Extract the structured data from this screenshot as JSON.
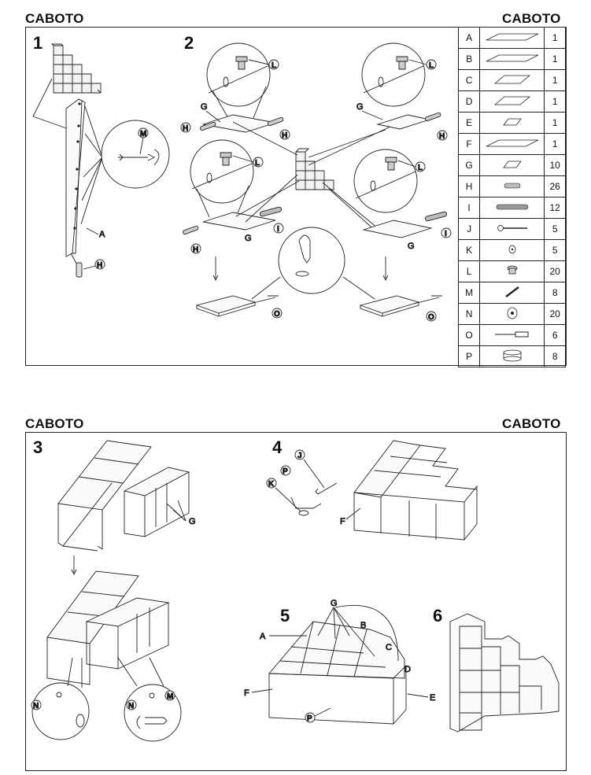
{
  "sheet1": {
    "title_left": "CABOTO",
    "title_right": "CABOTO"
  },
  "sheet2": {
    "title_left": "CABOTO",
    "title_right": "CABOTO"
  },
  "steps": [
    "1",
    "2",
    "3",
    "4",
    "5",
    "6"
  ],
  "parts": [
    {
      "letter": "A",
      "qty": "1",
      "icon": "long-panel-icon"
    },
    {
      "letter": "B",
      "qty": "1",
      "icon": "long-panel-icon"
    },
    {
      "letter": "C",
      "qty": "1",
      "icon": "panel-icon"
    },
    {
      "letter": "D",
      "qty": "1",
      "icon": "panel-icon"
    },
    {
      "letter": "E",
      "qty": "1",
      "icon": "small-panel-icon"
    },
    {
      "letter": "F",
      "qty": "1",
      "icon": "long-panel-icon"
    },
    {
      "letter": "G",
      "qty": "10",
      "icon": "small-panel-icon"
    },
    {
      "letter": "H",
      "qty": "26",
      "icon": "dowel-icon"
    },
    {
      "letter": "I",
      "qty": "12",
      "icon": "long-dowel-icon"
    },
    {
      "letter": "J",
      "qty": "5",
      "icon": "screw-icon"
    },
    {
      "letter": "K",
      "qty": "5",
      "icon": "cap-icon"
    },
    {
      "letter": "L",
      "qty": "20",
      "icon": "cam-lock-icon"
    },
    {
      "letter": "M",
      "qty": "8",
      "icon": "bolt-icon"
    },
    {
      "letter": "N",
      "qty": "20",
      "icon": "cover-icon"
    },
    {
      "letter": "O",
      "qty": "6",
      "icon": "pin-icon"
    },
    {
      "letter": "P",
      "qty": "8",
      "icon": "wrench-icon"
    }
  ],
  "callouts": {
    "A": "A",
    "B": "B",
    "C": "C",
    "D": "D",
    "E": "E",
    "F": "F",
    "G": "G",
    "H": "H",
    "I": "I",
    "J": "J",
    "K": "K",
    "L": "L",
    "M": "M",
    "N": "N",
    "O": "O",
    "P": "P"
  }
}
